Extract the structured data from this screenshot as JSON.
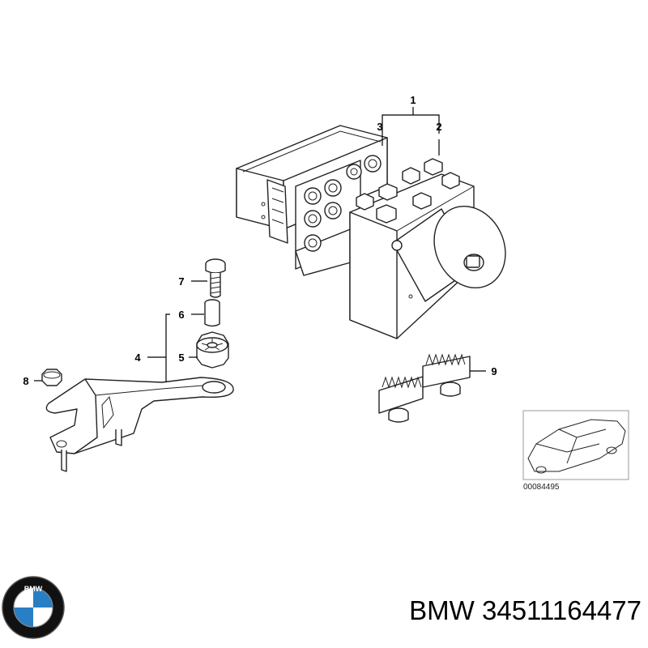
{
  "diagram": {
    "callouts": {
      "c1": "1",
      "c2": "2",
      "c3": "3",
      "c4": "4",
      "c5": "5",
      "c6": "6",
      "c7": "7",
      "c8": "8",
      "c9": "9"
    },
    "thumbnail_code": "00084495"
  },
  "logo": {
    "text": "BMW",
    "colors": {
      "blue": "#2a7fc4",
      "white": "#ffffff",
      "ring": "#111111"
    }
  },
  "footer": {
    "brand": "BMW",
    "part_number": "34511164477"
  }
}
